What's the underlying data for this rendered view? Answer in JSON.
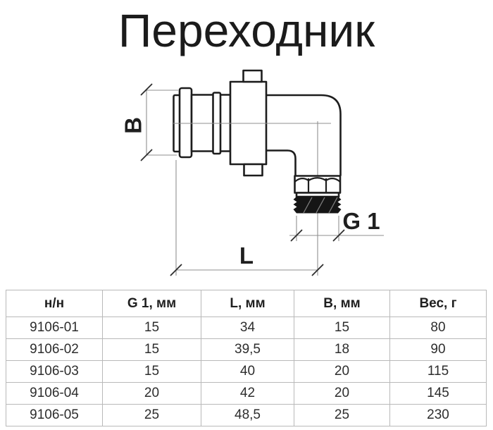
{
  "title": "Переходник",
  "drawing": {
    "labels": {
      "b": "B",
      "l": "L",
      "g1": "G 1"
    }
  },
  "table": {
    "headers": [
      "н/н",
      "G 1, мм",
      "L, мм",
      "B, мм",
      "Вес, г"
    ],
    "rows": [
      [
        "9106-01",
        "15",
        "34",
        "15",
        "80"
      ],
      [
        "9106-02",
        "15",
        "39,5",
        "18",
        "90"
      ],
      [
        "9106-03",
        "15",
        "40",
        "20",
        "115"
      ],
      [
        "9106-04",
        "20",
        "42",
        "20",
        "145"
      ],
      [
        "9106-05",
        "25",
        "48,5",
        "25",
        "230"
      ]
    ]
  },
  "colors": {
    "background": "#ffffff",
    "drawing_line": "#1d1d1d",
    "thin_line": "#8f8f8f",
    "table_border": "#b9b9b9",
    "text": "#2d2d2d"
  }
}
